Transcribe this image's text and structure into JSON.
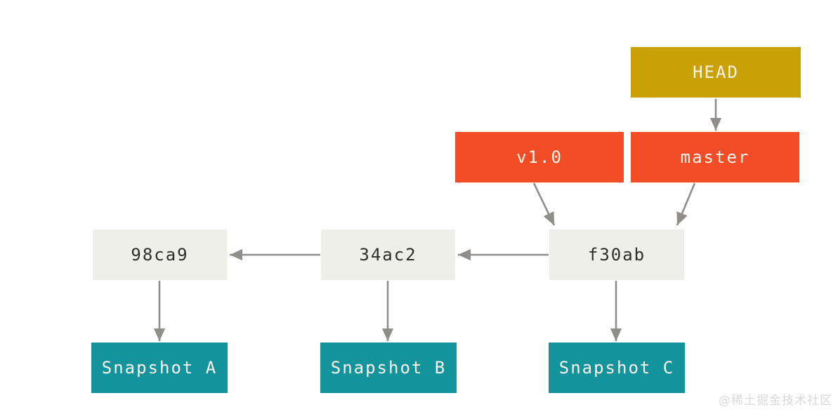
{
  "diagram": {
    "title": "git-references-diagram",
    "nodes": {
      "head": {
        "label": "HEAD",
        "type": "head-pointer",
        "color": "#c9a104",
        "text_color": "#fdf4ec"
      },
      "v1_0": {
        "label": "v1.0",
        "type": "tag",
        "color": "#f34d27",
        "text_color": "#fdf4ec"
      },
      "master": {
        "label": "master",
        "type": "branch",
        "color": "#f34d27",
        "text_color": "#fdf4ec"
      },
      "c98ca9": {
        "label": "98ca9",
        "type": "commit",
        "color": "#eeefe9",
        "text_color": "#2d2d2a"
      },
      "c34ac2": {
        "label": "34ac2",
        "type": "commit",
        "color": "#eeefe9",
        "text_color": "#2d2d2a"
      },
      "cf30ab": {
        "label": "f30ab",
        "type": "commit",
        "color": "#eeefe9",
        "text_color": "#2d2d2a"
      },
      "snap_a": {
        "label": "Snapshot A",
        "type": "snapshot",
        "color": "#13949d",
        "text_color": "#fdf4ec"
      },
      "snap_b": {
        "label": "Snapshot B",
        "type": "snapshot",
        "color": "#13949d",
        "text_color": "#fdf4ec"
      },
      "snap_c": {
        "label": "Snapshot C",
        "type": "snapshot",
        "color": "#13949d",
        "text_color": "#fdf4ec"
      }
    },
    "edges": [
      {
        "from": "HEAD",
        "to": "master"
      },
      {
        "from": "v1.0",
        "to": "f30ab"
      },
      {
        "from": "master",
        "to": "f30ab"
      },
      {
        "from": "f30ab",
        "to": "34ac2"
      },
      {
        "from": "34ac2",
        "to": "98ca9"
      },
      {
        "from": "98ca9",
        "to": "Snapshot A"
      },
      {
        "from": "34ac2",
        "to": "Snapshot B"
      },
      {
        "from": "f30ab",
        "to": "Snapshot C"
      }
    ]
  },
  "colors": {
    "background": "#ffffff",
    "arrow": "#8f8e8b",
    "head_gold": "#c9a104",
    "ref_orange": "#f34d27",
    "commit_gray": "#eeefe9",
    "snapshot_teal": "#13949d"
  },
  "watermark": {
    "text": "@稀土掘金技术社区"
  }
}
